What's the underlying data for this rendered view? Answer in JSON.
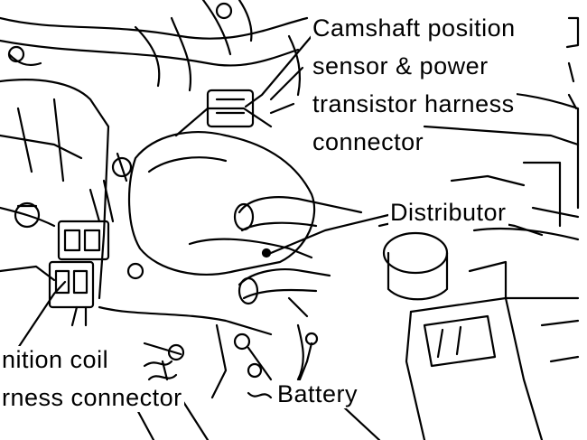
{
  "colors": {
    "ink": "#000000",
    "paper": "#ffffff"
  },
  "labels": {
    "camshaft_line1": "Camshaft position",
    "camshaft_line2": "sensor & power",
    "camshaft_line3": "transistor harness",
    "camshaft_line4": "connector",
    "distributor": "Distributor",
    "ignition_line1": "nition coil",
    "ignition_line2": "rness connector",
    "battery": "Battery"
  },
  "icons": [
    "distributor-body",
    "harness-connector",
    "battery-terminal",
    "engine-outline"
  ]
}
